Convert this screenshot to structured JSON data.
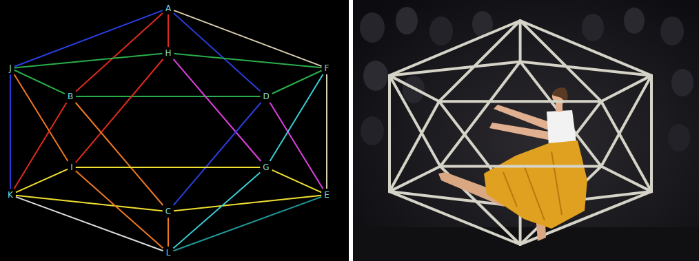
{
  "diagram": {
    "nodes": [
      {
        "text": [
          "A"
        ]
      },
      {
        "text": [
          "H"
        ]
      },
      {
        "text": [
          "J"
        ]
      },
      {
        "text": [
          "F"
        ]
      },
      {
        "text": [
          "B"
        ]
      },
      {
        "text": [
          "D"
        ]
      },
      {
        "text": [
          "I"
        ]
      },
      {
        "text": [
          "G"
        ]
      },
      {
        "text": [
          "K"
        ]
      },
      {
        "text": [
          "E"
        ]
      },
      {
        "text": [
          "C"
        ]
      },
      {
        "text": [
          "L"
        ]
      }
    ],
    "edges": [
      {
        "from": 0,
        "to": 2,
        "arrow": "none"
      },
      {
        "from": 0,
        "to": 4,
        "arrow": "none"
      },
      {
        "from": 0,
        "to": 1,
        "arrow": "none"
      },
      {
        "from": 0,
        "to": 5,
        "arrow": "none"
      },
      {
        "from": 0,
        "to": 3,
        "arrow": "none"
      },
      {
        "from": 2,
        "to": 1,
        "arrow": "none"
      },
      {
        "from": 1,
        "to": 3,
        "arrow": "none"
      },
      {
        "from": 2,
        "to": 4,
        "arrow": "none"
      },
      {
        "from": 4,
        "to": 5,
        "arrow": "none"
      },
      {
        "from": 5,
        "to": 3,
        "arrow": "none"
      },
      {
        "from": 2,
        "to": 8,
        "arrow": "none"
      },
      {
        "from": 2,
        "to": 6,
        "arrow": "none"
      },
      {
        "from": 1,
        "to": 6,
        "arrow": "none"
      },
      {
        "from": 1,
        "to": 7,
        "arrow": "none"
      },
      {
        "from": 4,
        "to": 8,
        "arrow": "none"
      },
      {
        "from": 4,
        "to": 10,
        "arrow": "none"
      },
      {
        "from": 5,
        "to": 10,
        "arrow": "none"
      },
      {
        "from": 5,
        "to": 9,
        "arrow": "none"
      },
      {
        "from": 3,
        "to": 7,
        "arrow": "none"
      },
      {
        "from": 3,
        "to": 9,
        "arrow": "none"
      },
      {
        "from": 8,
        "to": 6,
        "arrow": "none"
      },
      {
        "from": 6,
        "to": 7,
        "arrow": "none"
      },
      {
        "from": 7,
        "to": 9,
        "arrow": "none"
      },
      {
        "from": 8,
        "to": 10,
        "arrow": "none"
      },
      {
        "from": 10,
        "to": 9,
        "arrow": "none"
      },
      {
        "from": 8,
        "to": 11,
        "arrow": "none"
      },
      {
        "from": 6,
        "to": 11,
        "arrow": "none"
      },
      {
        "from": 10,
        "to": 11,
        "arrow": "none"
      },
      {
        "from": 7,
        "to": 11,
        "arrow": "none"
      },
      {
        "from": 9,
        "to": 11,
        "arrow": "none"
      }
    ]
  }
}
